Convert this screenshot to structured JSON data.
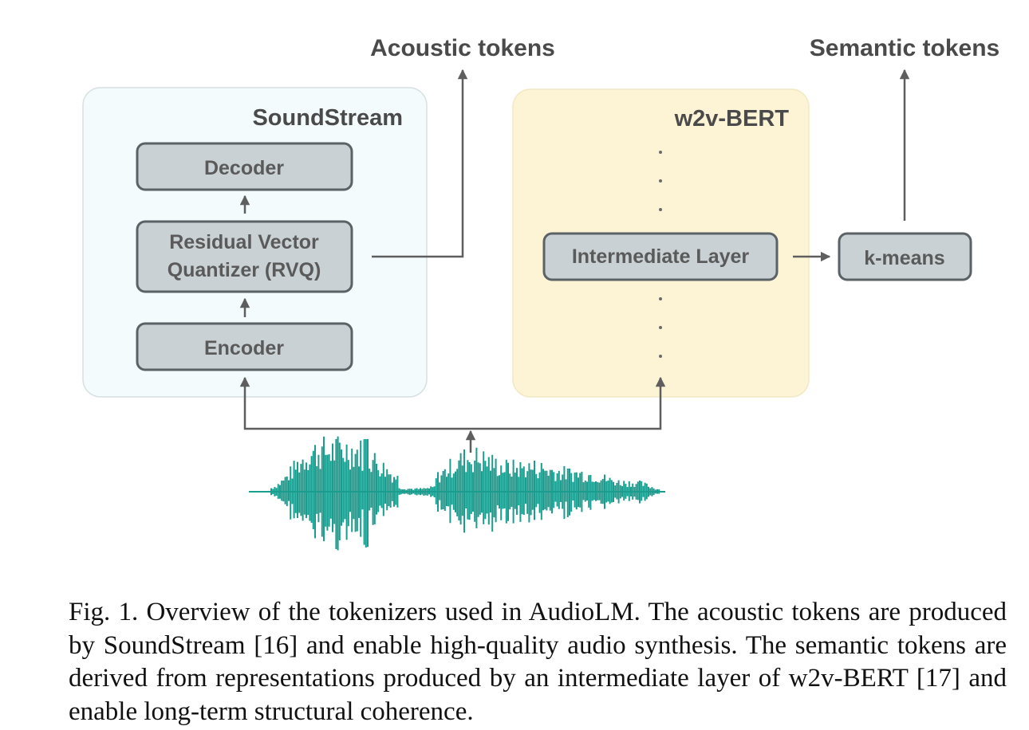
{
  "figure": {
    "top_labels": {
      "acoustic_tokens": "Acoustic tokens",
      "semantic_tokens": "Semantic tokens"
    },
    "soundstream": {
      "title": "SoundStream",
      "blocks": {
        "decoder": "Decoder",
        "rvq_line1": "Residual Vector",
        "rvq_line2": "Quantizer (RVQ)",
        "encoder": "Encoder"
      }
    },
    "w2v_bert": {
      "title": "w2v-BERT",
      "intermediate_layer": "Intermediate Layer"
    },
    "kmeans": "k-means",
    "colors": {
      "soundstream_fill": "#f3fbfd",
      "w2v_fill": "#fdf4d6",
      "block_fill": "#c9d1d4",
      "block_stroke": "#5b6266",
      "text": "#4a4a4a",
      "arrow": "#5e5e5e",
      "waveform": "#1a9c8e"
    }
  },
  "caption": {
    "text": "Fig. 1.  Overview of the tokenizers used in AudioLM. The acoustic tokens are produced by SoundStream [16] and enable high-quality audio synthesis. The semantic tokens are derived from representations produced by an intermediate layer of w2v-BERT [17] and enable long-term structural coherence."
  }
}
